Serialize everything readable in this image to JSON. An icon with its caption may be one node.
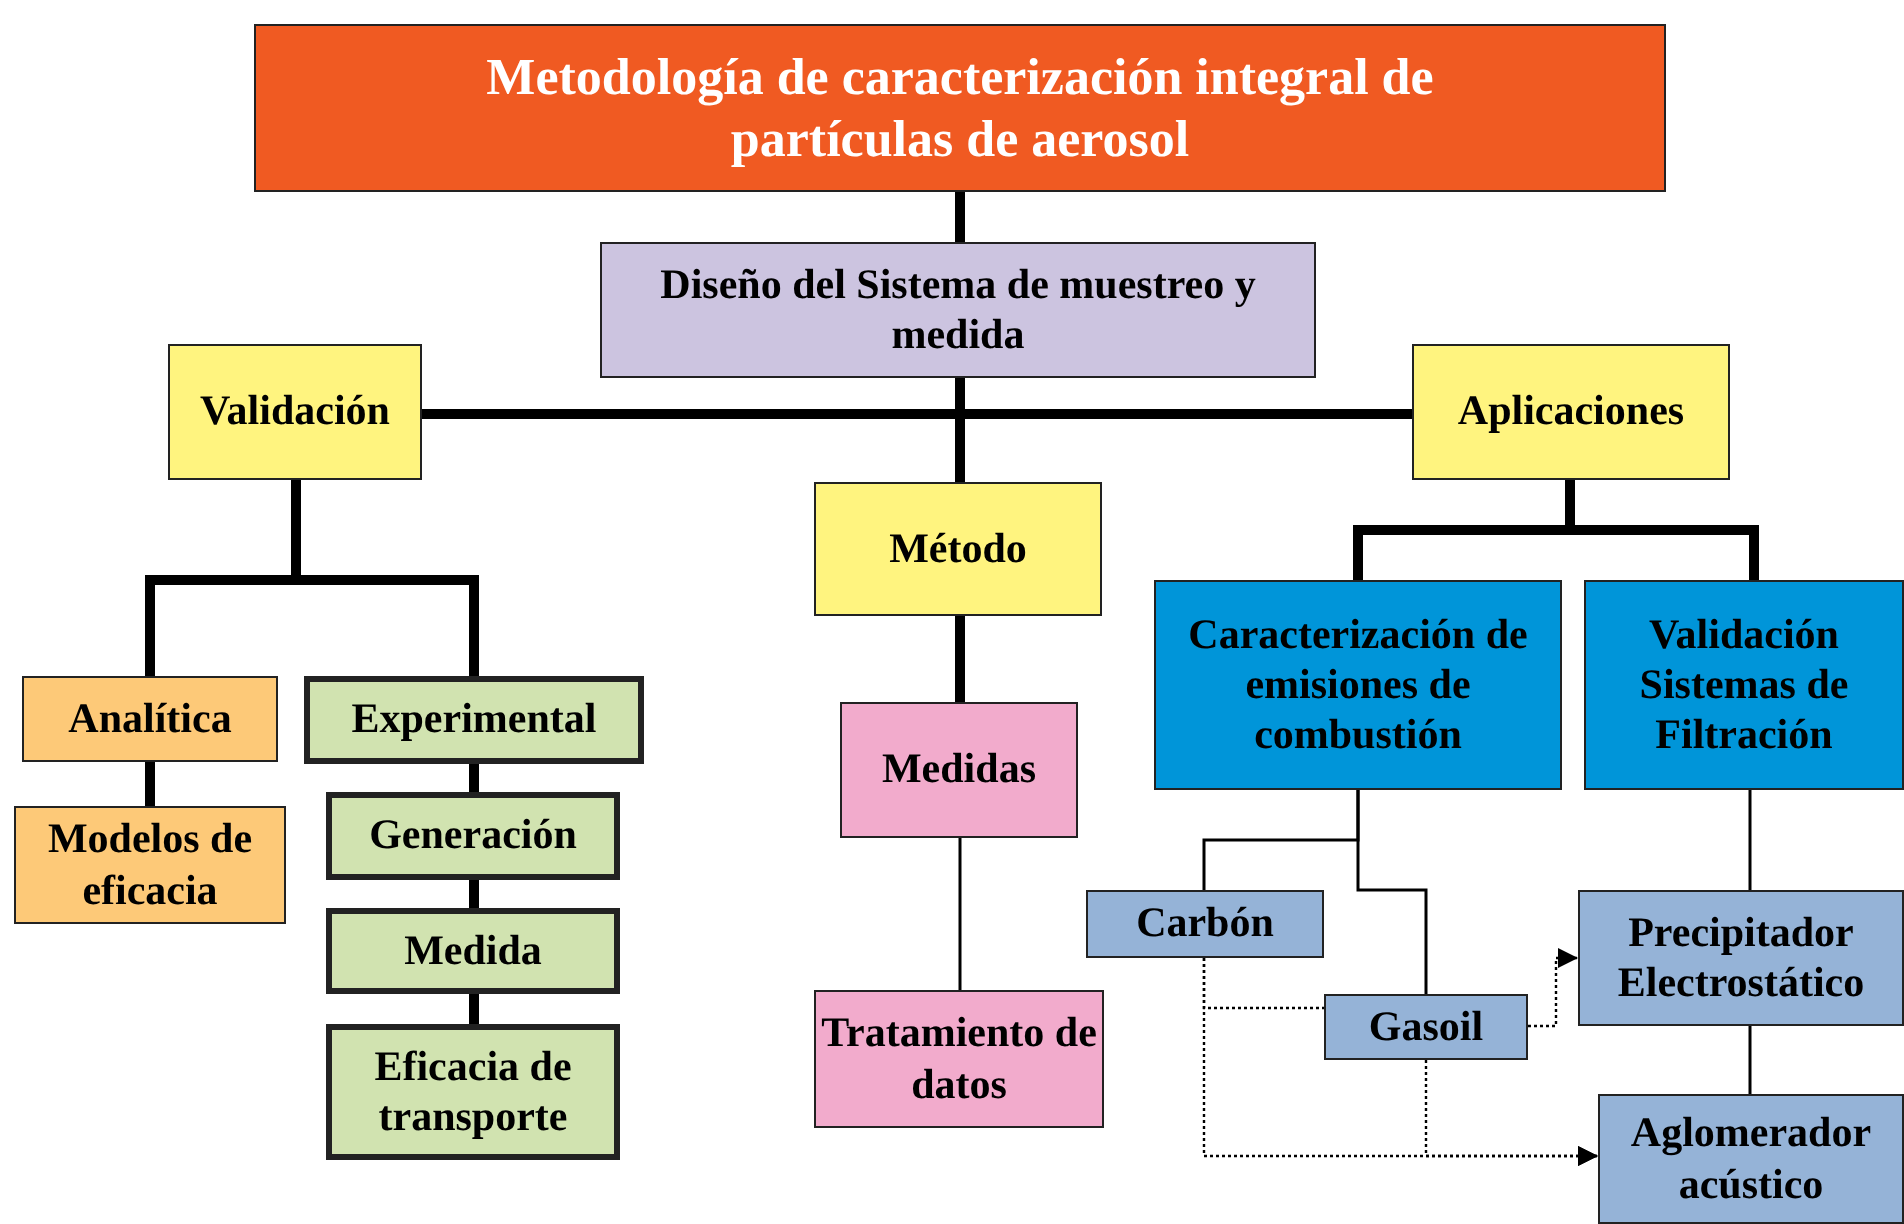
{
  "diagram": {
    "nodes": [
      {
        "text": [
          "Metodología de caracterización integral de partículas de aerosol"
        ]
      },
      {
        "text": [
          "Diseño del Sistema de muestreo y medida"
        ]
      },
      {
        "text": [
          "Validación"
        ]
      },
      {
        "text": [
          "Aplicaciones"
        ]
      },
      {
        "text": [
          "Método"
        ]
      },
      {
        "text": [
          "Analítica"
        ]
      },
      {
        "text": [
          "Experimental"
        ]
      },
      {
        "text": [
          "Modelos de eficacia"
        ]
      },
      {
        "text": [
          "Generación"
        ]
      },
      {
        "text": [
          "Medida"
        ]
      },
      {
        "text": [
          "Eficacia de transporte"
        ]
      },
      {
        "text": [
          "Medidas"
        ]
      },
      {
        "text": [
          "Tratamiento de datos"
        ]
      },
      {
        "text": [
          "Caracterización de emisiones de combustión"
        ]
      },
      {
        "text": [
          "Validación Sistemas de Filtración"
        ]
      },
      {
        "text": [
          "Carbón"
        ]
      },
      {
        "text": [
          "Gasoil"
        ]
      },
      {
        "text": [
          "Precipitador Electrostático"
        ]
      },
      {
        "text": [
          "Aglomerador acústico"
        ]
      }
    ],
    "edges": [
      {
        "from": 0,
        "to": 1,
        "arrow": "none"
      },
      {
        "from": 1,
        "to": 2,
        "arrow": "none"
      },
      {
        "from": 1,
        "to": 3,
        "arrow": "none"
      },
      {
        "from": 1,
        "to": 4,
        "arrow": "none"
      },
      {
        "from": 2,
        "to": 5,
        "arrow": "none"
      },
      {
        "from": 2,
        "to": 6,
        "arrow": "none"
      },
      {
        "from": 3,
        "to": 13,
        "arrow": "none"
      },
      {
        "from": 3,
        "to": 14,
        "arrow": "none"
      },
      {
        "from": 5,
        "to": 7,
        "arrow": "none"
      },
      {
        "from": 6,
        "to": 8,
        "arrow": "none"
      },
      {
        "from": 8,
        "to": 9,
        "arrow": "none"
      },
      {
        "from": 9,
        "to": 10,
        "arrow": "none"
      },
      {
        "from": 4,
        "to": 11,
        "arrow": "none"
      },
      {
        "from": 11,
        "to": 12,
        "arrow": "none"
      },
      {
        "from": 13,
        "to": 15,
        "arrow": "none"
      },
      {
        "from": 13,
        "to": 16,
        "arrow": "none"
      },
      {
        "from": 14,
        "to": 17,
        "arrow": "none"
      },
      {
        "from": 17,
        "to": 18,
        "arrow": "none"
      },
      {
        "from": 15,
        "to": 16,
        "arrow": "none",
        "style": "dashed"
      },
      {
        "from": 16,
        "to": 17,
        "arrow": "to",
        "style": "dashed"
      },
      {
        "from": 15,
        "to": 18,
        "arrow": "to",
        "style": "dashed"
      },
      {
        "from": 16,
        "to": 18,
        "arrow": "to",
        "style": "dashed"
      }
    ]
  }
}
